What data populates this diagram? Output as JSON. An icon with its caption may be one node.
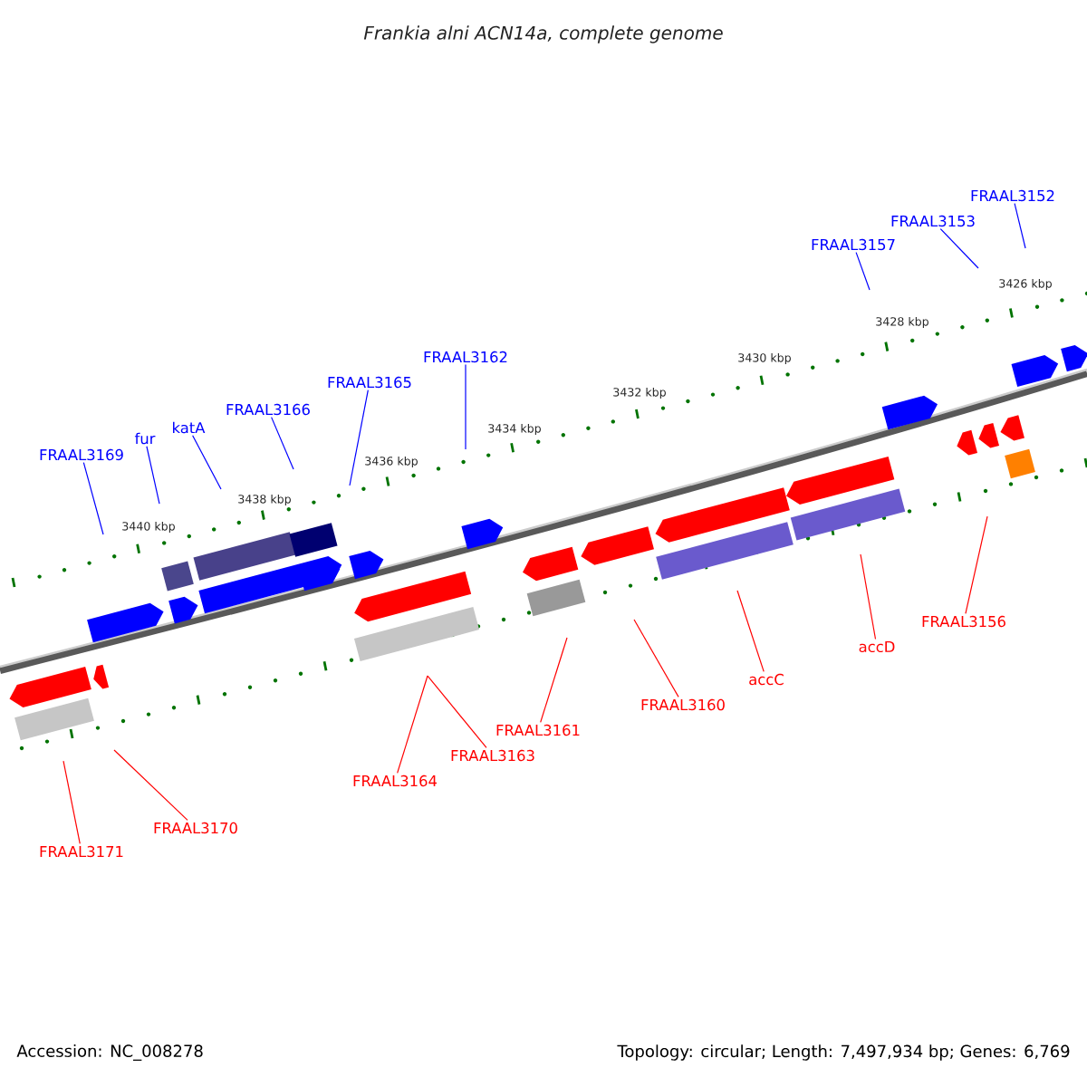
{
  "diagram": {
    "title": "Frankia alni ACN14a, complete genome",
    "nodes": [
      {
        "text": [
          "FRAAL3152"
        ]
      },
      {
        "text": [
          "FRAAL3153"
        ]
      },
      {
        "text": [
          "FRAAL3157"
        ]
      },
      {
        "text": [
          "FRAAL3162"
        ]
      },
      {
        "text": [
          "FRAAL3165"
        ]
      },
      {
        "text": [
          "FRAAL3166"
        ]
      },
      {
        "text": [
          "katA"
        ]
      },
      {
        "text": [
          "fur"
        ]
      },
      {
        "text": [
          "FRAAL3169"
        ]
      },
      {
        "text": [
          "FRAAL3156"
        ]
      },
      {
        "text": [
          "accD"
        ]
      },
      {
        "text": [
          "accC"
        ]
      },
      {
        "text": [
          "FRAAL3160"
        ]
      },
      {
        "text": [
          "FRAAL3161"
        ]
      },
      {
        "text": [
          "FRAAL3163"
        ]
      },
      {
        "text": [
          "FRAAL3164"
        ]
      },
      {
        "text": [
          "FRAAL3170"
        ]
      },
      {
        "text": [
          "FRAAL3171"
        ]
      }
    ],
    "edges": [
      {
        "from": 0,
        "to": null,
        "arrow": "none",
        "color": "#0000ff"
      },
      {
        "from": 1,
        "to": null,
        "arrow": "none",
        "color": "#0000ff"
      },
      {
        "from": 2,
        "to": null,
        "arrow": "none",
        "color": "#0000ff"
      },
      {
        "from": 3,
        "to": null,
        "arrow": "none",
        "color": "#0000ff"
      },
      {
        "from": 4,
        "to": null,
        "arrow": "none",
        "color": "#0000ff"
      },
      {
        "from": 5,
        "to": null,
        "arrow": "none",
        "color": "#0000ff"
      },
      {
        "from": 6,
        "to": null,
        "arrow": "none",
        "color": "#0000ff"
      },
      {
        "from": 7,
        "to": null,
        "arrow": "none",
        "color": "#0000ff"
      },
      {
        "from": 8,
        "to": null,
        "arrow": "none",
        "color": "#0000ff"
      },
      {
        "from": 9,
        "to": null,
        "arrow": "none",
        "color": "#ff0000"
      },
      {
        "from": 10,
        "to": null,
        "arrow": "none",
        "color": "#ff0000"
      },
      {
        "from": 11,
        "to": null,
        "arrow": "none",
        "color": "#ff0000"
      },
      {
        "from": 12,
        "to": null,
        "arrow": "none",
        "color": "#ff0000"
      },
      {
        "from": 13,
        "to": null,
        "arrow": "none",
        "color": "#ff0000"
      },
      {
        "from": 14,
        "to": null,
        "arrow": "none",
        "color": "#ff0000"
      },
      {
        "from": 15,
        "to": null,
        "arrow": "none",
        "color": "#ff0000"
      },
      {
        "from": 16,
        "to": null,
        "arrow": "none",
        "color": "#ff0000"
      },
      {
        "from": 17,
        "to": null,
        "arrow": "none",
        "color": "#ff0000"
      }
    ],
    "labels": [
      "3426 kbp",
      "3428 kbp",
      "3430 kbp",
      "3432 kbp",
      "3434 kbp",
      "3436 kbp",
      "3438 kbp",
      "3440 kbp",
      "Accession: NC_008278",
      "Topology: circular; Length: 7,497,934 bp; Genes: 6,769"
    ]
  }
}
